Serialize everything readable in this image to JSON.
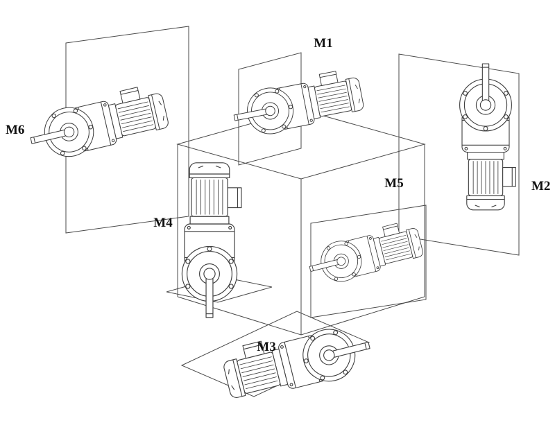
{
  "diagram": {
    "labels": {
      "m1": "M1",
      "m2": "M2",
      "m3": "M3",
      "m4": "M4",
      "m5": "M5",
      "m6": "M6"
    },
    "colors": {
      "background": "#ffffff",
      "line": "#3f3f3f",
      "label": "#111111"
    }
  }
}
